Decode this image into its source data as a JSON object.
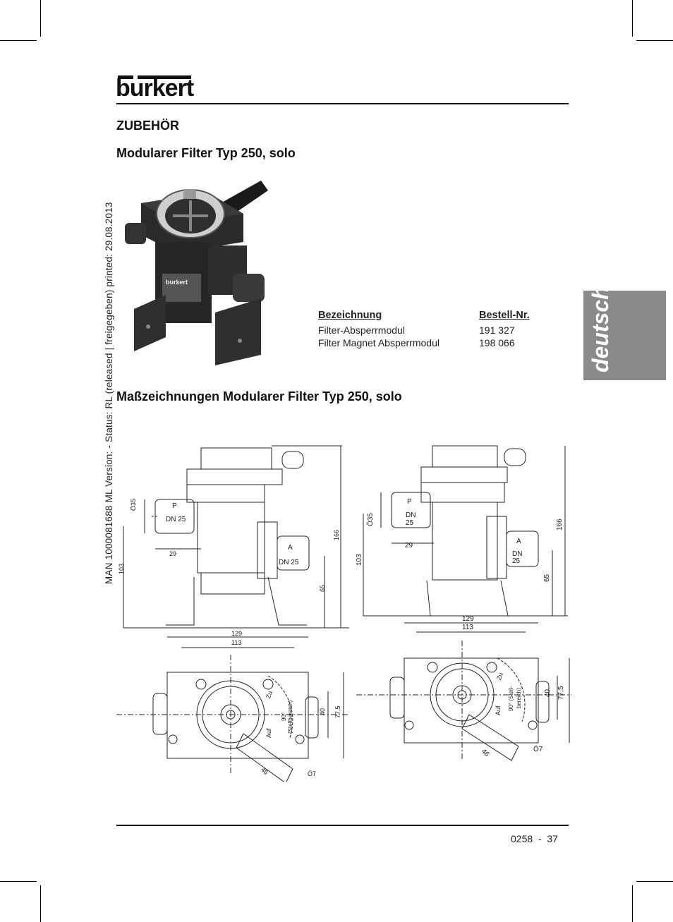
{
  "brand": {
    "name": "burkert"
  },
  "section_title": "ZUBEHÖR",
  "product_title": "Modularer Filter Typ 250, solo",
  "drawings_title": "Maßzeichnungen Modularer Filter Typ 250, solo",
  "side_note": "MAN  1000081688  ML  Version: -  Status: RL (released | freigegeben)  printed: 29.08.2013",
  "language_tab": "deutsch",
  "order_table": {
    "headers": [
      "Bezeichnung",
      "Bestell-Nr."
    ],
    "rows": [
      {
        "name": "Filter-Absperrmodul",
        "number": "191 327"
      },
      {
        "name": "Filter  Magnet  Absperrmodul",
        "number": "198 066"
      }
    ]
  },
  "photo": {
    "label_text": "burkert"
  },
  "drawing_left": {
    "port_p": "P",
    "port_p_dn": "DN 25",
    "port_a": "A",
    "port_a_dn": "DN 25",
    "dim_dia35": "Ö35",
    "dim_29": "29",
    "dim_103": "103",
    "dim_166": "166",
    "dim_65": "65",
    "dim_129": "129",
    "dim_113": "113",
    "dim_40": "40",
    "dim_77_5": "77,5",
    "dim_46": "46",
    "dim_dia7": "Ö7",
    "label_zu": "Zu",
    "label_auf": "Auf",
    "label_90": "90°",
    "label_stell": "(Stellbereich)"
  },
  "drawing_right": {
    "port_p": "P",
    "port_p_dn": "DN",
    "port_p_25": "25",
    "port_a": "A",
    "port_a_dn": "DN",
    "port_a_25": "25",
    "dim_dia35": "Ö35",
    "dim_29": "29",
    "dim_103": "103",
    "dim_166": "166",
    "dim_65": "65",
    "dim_129": "129",
    "dim_113": "113",
    "dim_40": "40",
    "dim_77_5": "77,5",
    "dim_46": "46",
    "dim_dia7": "Ö7",
    "label_zu": "Zu",
    "label_auf": "Auf",
    "label_90": "90° (Stell-",
    "label_stell": "bereich)"
  },
  "footer": {
    "page": "0258  -  37"
  }
}
